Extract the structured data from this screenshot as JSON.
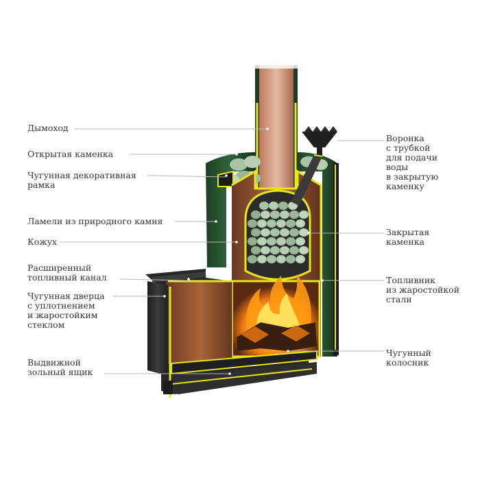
{
  "colors": {
    "background": "#ffffff",
    "label_text": "#333333",
    "leader_line": "#b5b5b5",
    "outline_yellow": "#e6e61a",
    "casing_dark": "#2b2b2b",
    "stone_green": "#2e5b35",
    "firebox_copper": "#9c5a33",
    "flame_orange": "#f39a16",
    "stone_grey_green": "#a9c3a6"
  },
  "icons": {
    "funnel": "funnel-icon",
    "chimney": "chimney-pipe",
    "fire": "flame-icon"
  },
  "labels": {
    "left": [
      {
        "id": "chimney",
        "text": "Дымоход"
      },
      {
        "id": "open-heater",
        "text": "Открытая каменка"
      },
      {
        "id": "cast-iron-frame",
        "text": "Чугунная декоративная\nрамка"
      },
      {
        "id": "stone-lamellas",
        "text": "Ламели из природного камня"
      },
      {
        "id": "casing",
        "text": "Кожух"
      },
      {
        "id": "fuel-channel",
        "text": "Расширенный\nтопливный канал"
      },
      {
        "id": "cast-iron-door",
        "text": "Чугунная дверца\nс уплотнением\nи жаростойким\nстеклом"
      },
      {
        "id": "ash-drawer",
        "text": "Выдвижной\nзольный ящик"
      }
    ],
    "right": [
      {
        "id": "water-funnel",
        "text": "Воронка\nс трубкой\nдля подачи\nводы\nв закрытую\nкаменку"
      },
      {
        "id": "closed-heater",
        "text": "Закрытая\nкаменка"
      },
      {
        "id": "firebox",
        "text": "Топливник\nиз жаростойкой\nстали"
      },
      {
        "id": "grate",
        "text": "Чугунный\nколосник"
      }
    ]
  }
}
